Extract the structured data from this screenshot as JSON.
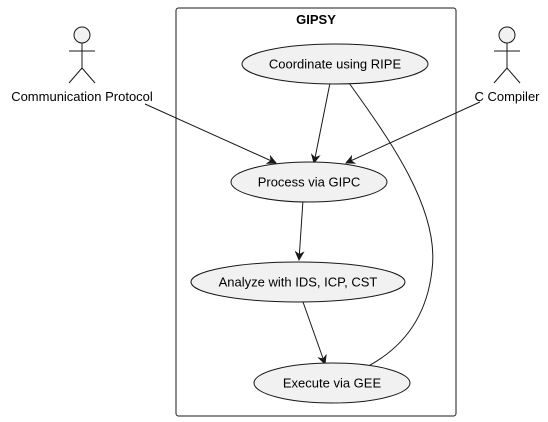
{
  "system": {
    "title": "GIPSY"
  },
  "actors": {
    "communication_protocol": "Communication Protocol",
    "c_compiler": "C Compiler"
  },
  "use_cases": {
    "coordinate": "Coordinate using RIPE",
    "process": "Process via GIPC",
    "analyze": "Analyze with IDS, ICP, CST",
    "execute": "Execute via GEE"
  },
  "relations": [
    {
      "from": "Communication Protocol",
      "to": "Process via GIPC"
    },
    {
      "from": "C Compiler",
      "to": "Process via GIPC"
    },
    {
      "from": "Coordinate using RIPE",
      "to": "Process via GIPC"
    },
    {
      "from": "Coordinate using RIPE",
      "to": "Execute via GEE"
    },
    {
      "from": "Process via GIPC",
      "to": "Analyze with IDS, ICP, CST"
    },
    {
      "from": "Analyze with IDS, ICP, CST",
      "to": "Execute via GEE"
    }
  ],
  "colors": {
    "use_case_fill": "#f1f1f1",
    "stroke": "#181818",
    "actor_fill": "#f1f1f1"
  }
}
